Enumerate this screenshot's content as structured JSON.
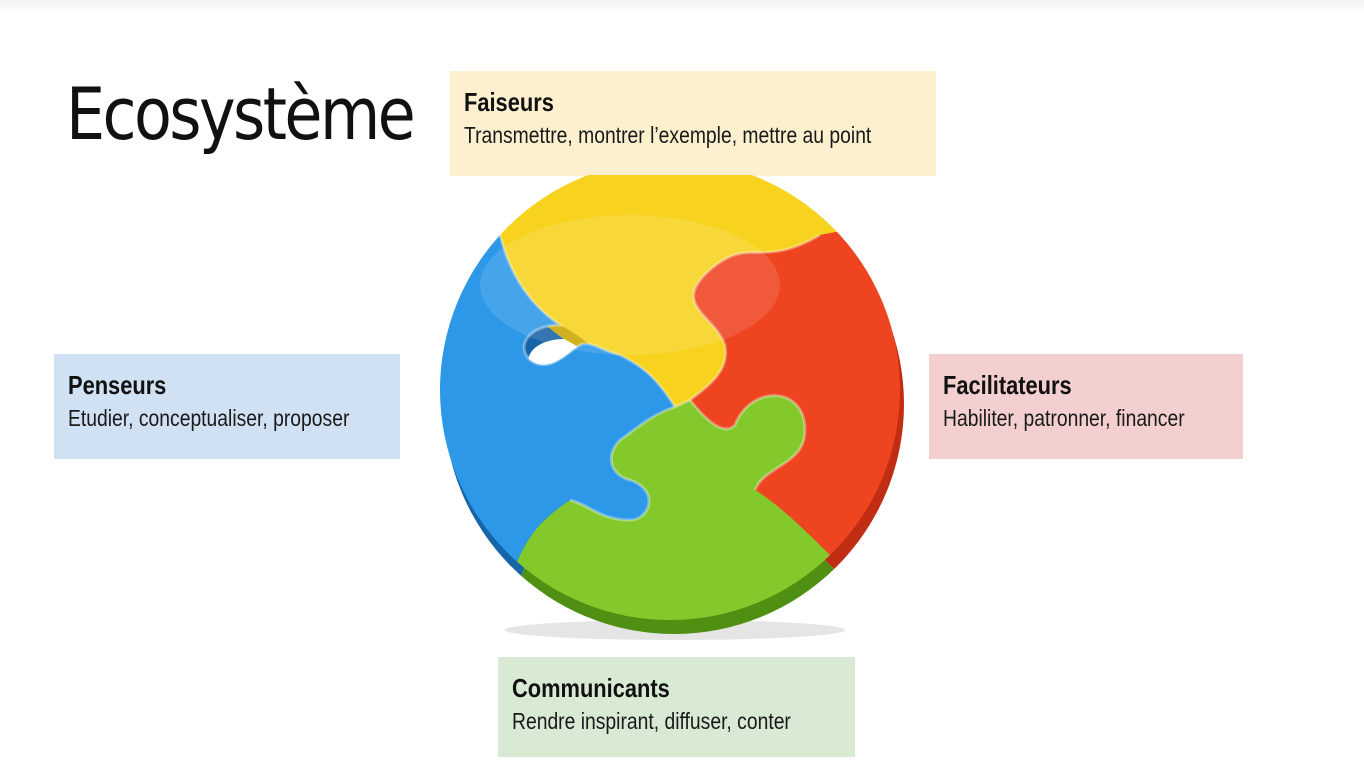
{
  "slide": {
    "title": "Ecosystème"
  },
  "roles": {
    "faiseurs": {
      "title": "Faiseurs",
      "description": "Transmettre, montrer l’exemple, mettre au point",
      "color": "#fdf0cf"
    },
    "penseurs": {
      "title": "Penseurs",
      "description": "Etudier, conceptualiser, proposer",
      "color": "#cfe1f2"
    },
    "facilitateurs": {
      "title": "Facilitateurs",
      "description": "Habiliter, patronner, financer",
      "color": "#f4cfcf"
    },
    "communicants": {
      "title": "Communicants",
      "description": "Rendre inspirant, diffuser, conter",
      "color": "#d8ead3"
    }
  },
  "puzzle": {
    "icon": "puzzle-circle-icon",
    "pieces": [
      {
        "name": "yellow",
        "color": "#f7d21e"
      },
      {
        "name": "red",
        "color": "#ee4420"
      },
      {
        "name": "green",
        "color": "#84c92b"
      },
      {
        "name": "blue",
        "color": "#2d98e8"
      }
    ]
  }
}
